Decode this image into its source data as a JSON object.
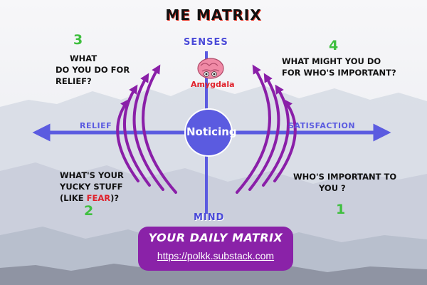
{
  "title": "ME MATRIX",
  "axes": {
    "top": "SENSES",
    "bottom": "MIND",
    "left": "RELIEF",
    "right": "SATISFACTION"
  },
  "center": "Noticing",
  "brain_label": "Amygdala",
  "quadrants": {
    "q3": {
      "number": "3",
      "lines": [
        "WHAT",
        "DO YOU DO FOR",
        "RELIEF?"
      ]
    },
    "q4": {
      "number": "4",
      "lines": [
        "WHAT MIGHT YOU DO",
        "FOR WHO'S IMPORTANT?"
      ]
    },
    "q2": {
      "number": "2",
      "line1": "WHAT'S YOUR",
      "line2": "YUCKY STUFF",
      "line3_prefix": "(LIKE ",
      "line3_highlight": "FEAR",
      "line3_suffix": ")?"
    },
    "q1": {
      "number": "1",
      "lines": [
        "WHO'S IMPORTANT TO",
        "YOU ?"
      ]
    }
  },
  "cta": {
    "title": "YOUR DAILY MATRIX",
    "url": "https://polkk.substack.com"
  },
  "colors": {
    "axis": "#5b5be0",
    "arcs": "#8a1fa8",
    "center": "#5b5be0",
    "numbers": "#3fbf3f",
    "highlight": "#e0202a",
    "cta_bg": "#8a22a8"
  }
}
